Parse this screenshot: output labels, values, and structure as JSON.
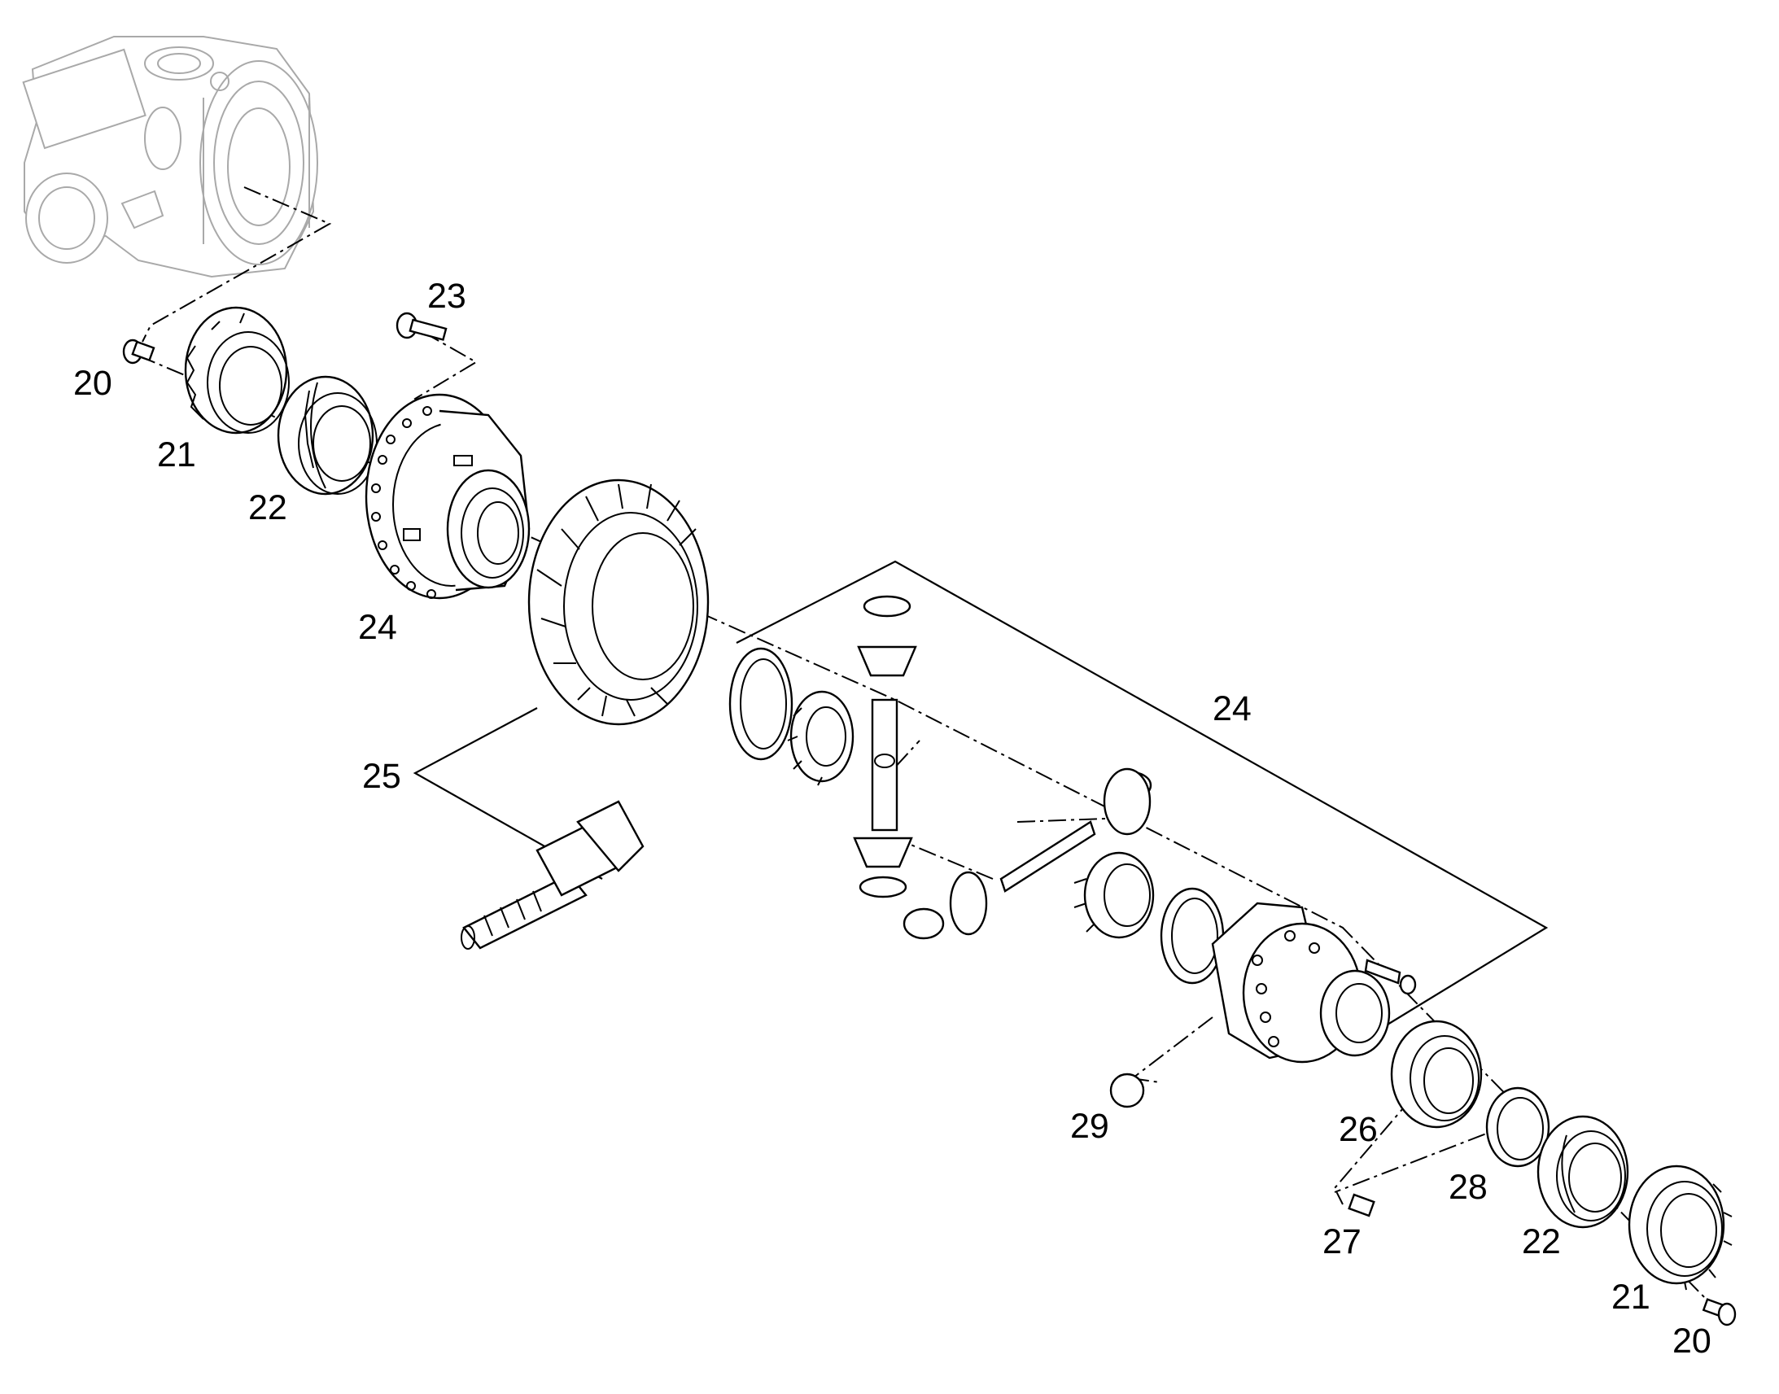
{
  "diagram": {
    "callouts": {
      "c20a": "20",
      "c21a": "21",
      "c22a": "22",
      "c23": "23",
      "c24a": "24",
      "c24b": "24",
      "c25": "25",
      "c26": "26",
      "c27": "27",
      "c28": "28",
      "c29": "29",
      "c22b": "22",
      "c21b": "21",
      "c20b": "20"
    }
  }
}
